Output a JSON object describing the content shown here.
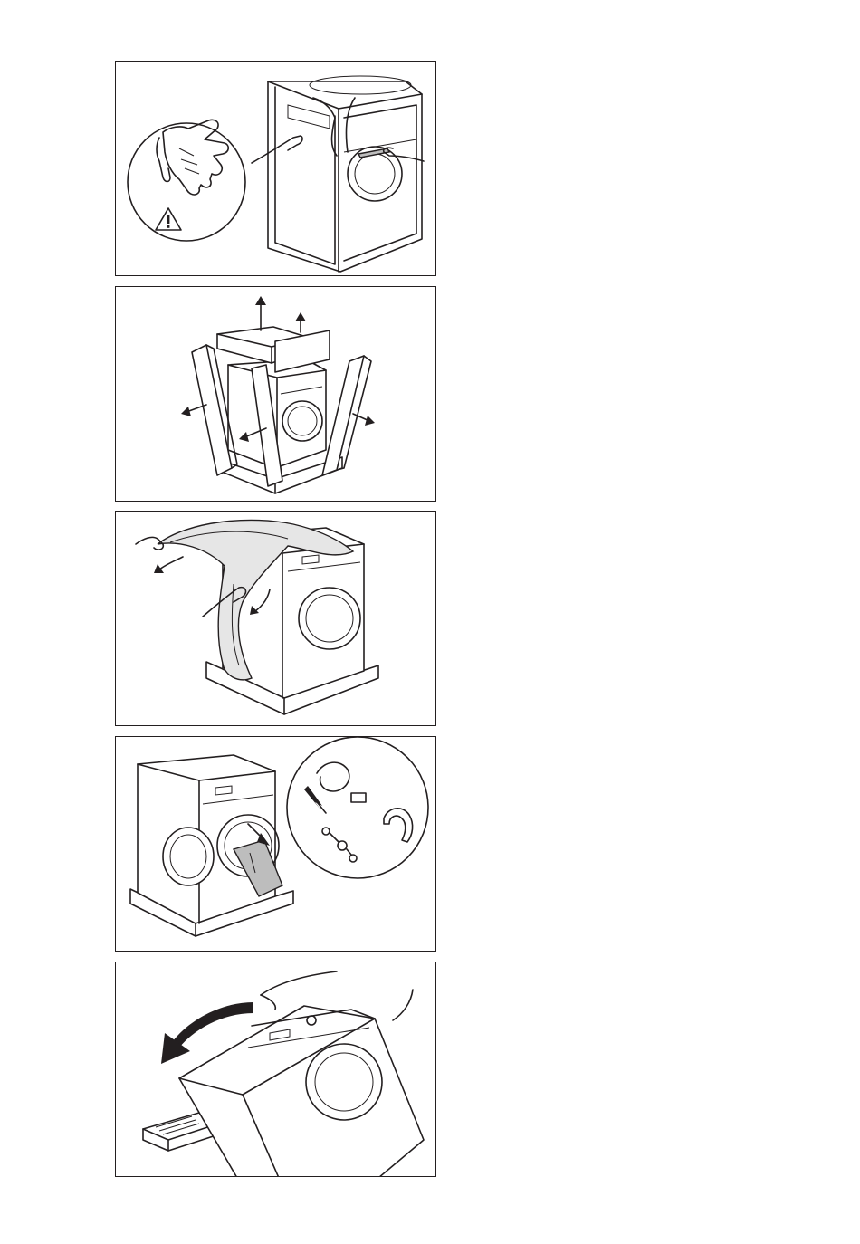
{
  "page": {
    "steps": [
      {
        "id": 1,
        "depicts": "gloves-warning-cut-packaging"
      },
      {
        "id": 2,
        "depicts": "remove-corner-protectors"
      },
      {
        "id": 3,
        "depicts": "remove-plastic-cover"
      },
      {
        "id": 4,
        "depicts": "take-out-accessories-bag"
      },
      {
        "id": 5,
        "depicts": "tilt-machine-remove-base"
      }
    ],
    "icons": {
      "warning": "warning-triangle-icon",
      "arrow": "arrow-icon",
      "gloves": "gloves-icon"
    },
    "colors": {
      "line": "#231f20",
      "background": "#ffffff",
      "shade": "#bdbdbd"
    }
  }
}
